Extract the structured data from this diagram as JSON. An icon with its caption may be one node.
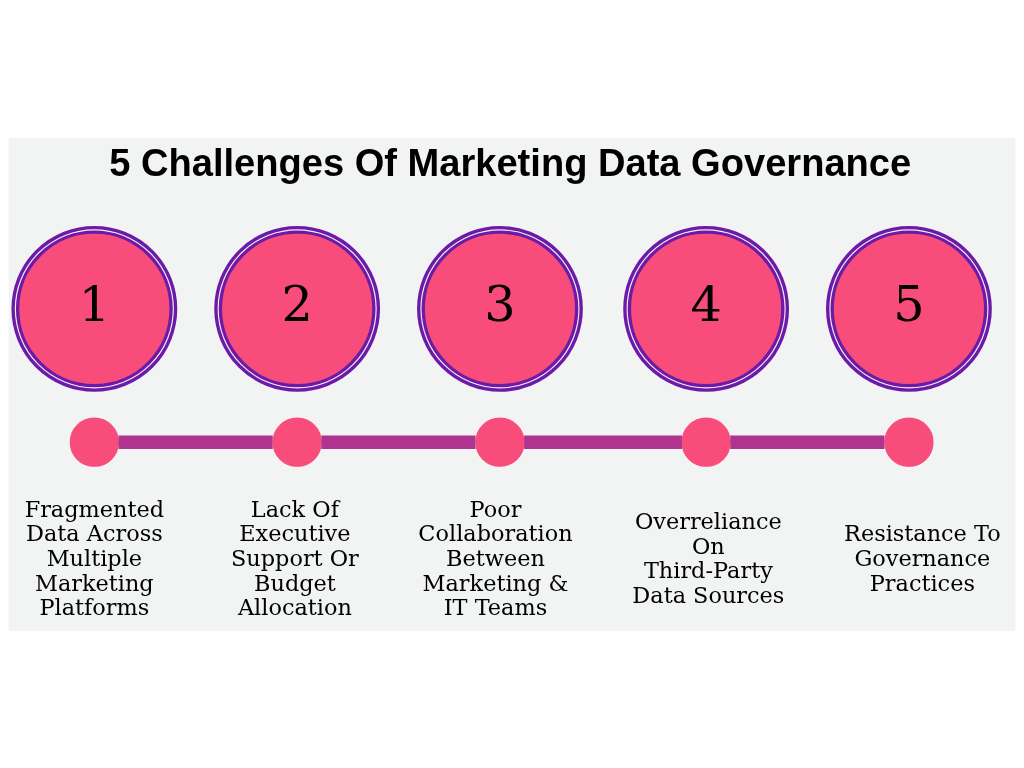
{
  "diagram": {
    "title": "5 Challenges Of Marketing Data Governance",
    "nodes": [
      {
        "text": [
          "1"
        ]
      },
      {
        "text": [
          "2"
        ]
      },
      {
        "text": [
          "3"
        ]
      },
      {
        "text": [
          "4"
        ]
      },
      {
        "text": [
          "5"
        ]
      },
      {
        "text": [],
        "shape": "circle",
        "beside": [
          "Fragmented Data Across Multiple Marketing Platforms"
        ]
      },
      {
        "text": [],
        "shape": "circle",
        "beside": [
          "Lack Of Executive Support Or Budget Allocation"
        ]
      },
      {
        "text": [],
        "shape": "circle",
        "beside": [
          "Poor Collaboration Between Marketing & IT Teams"
        ]
      },
      {
        "text": [],
        "shape": "circle",
        "beside": [
          "Overreliance On Third-Party Data Sources"
        ]
      },
      {
        "text": [],
        "shape": "circle",
        "beside": [
          "Resistance To Governance Practices"
        ]
      }
    ],
    "edges": [
      {
        "from": 5,
        "to": 6,
        "arrow": "none"
      },
      {
        "from": 6,
        "to": 7,
        "arrow": "none"
      },
      {
        "from": 7,
        "to": 8,
        "arrow": "none"
      },
      {
        "from": 8,
        "to": 9,
        "arrow": "none"
      }
    ]
  }
}
